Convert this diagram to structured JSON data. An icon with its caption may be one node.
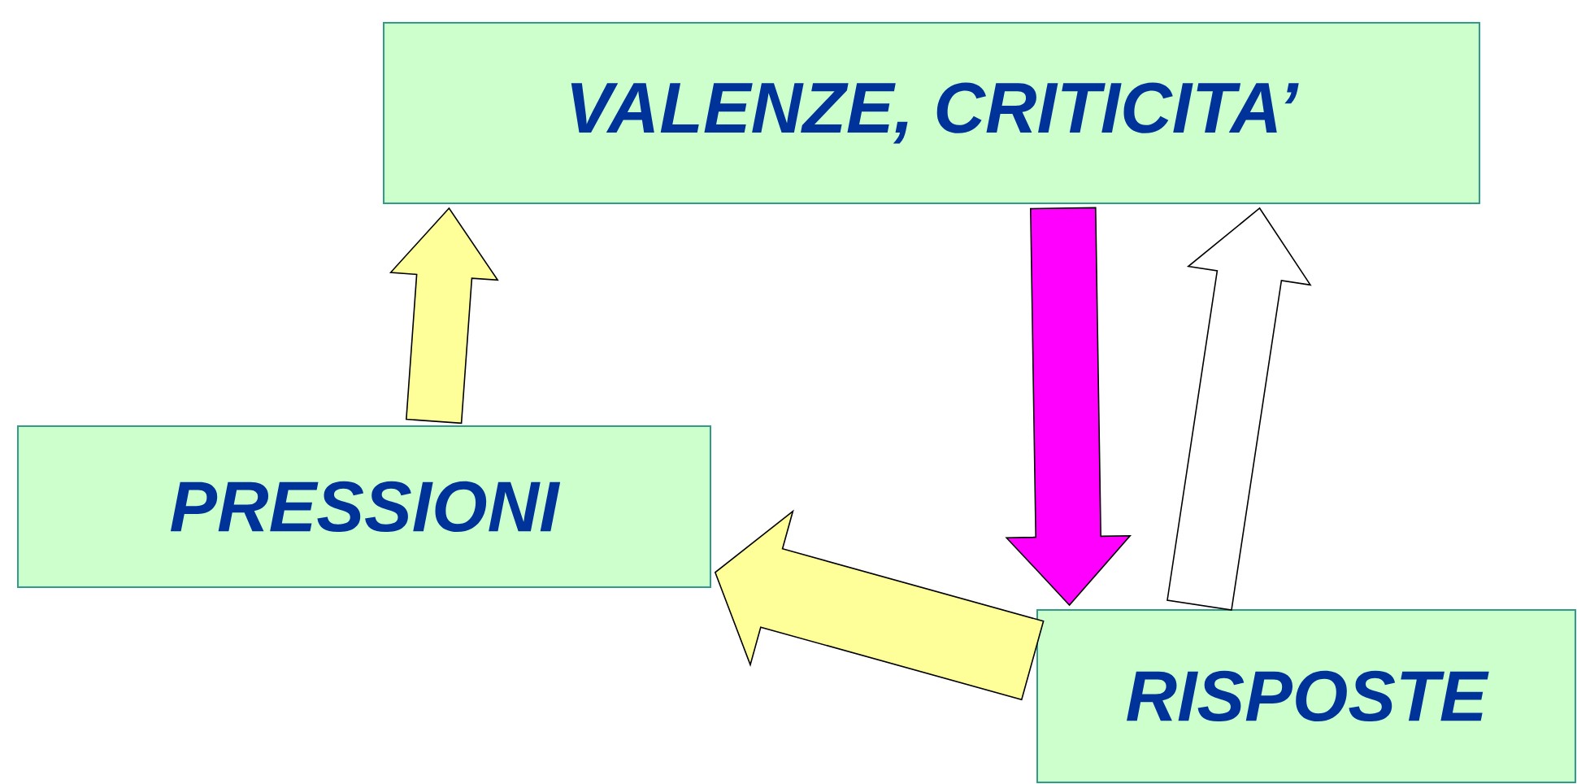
{
  "diagram": {
    "nodes": [
      {
        "text": [
          "VALENZE, CRITICITA’"
        ]
      },
      {
        "text": [
          "PRESSIONI"
        ]
      },
      {
        "text": [
          "RISPOSTE"
        ]
      }
    ],
    "edges": [
      {
        "from": 1,
        "to": 0,
        "arrow": "to"
      },
      {
        "from": 2,
        "to": 1,
        "arrow": "to"
      },
      {
        "from": 2,
        "to": 0,
        "arrow": "to",
        "color": "#ffffff"
      },
      {
        "from": 0,
        "to": 2,
        "arrow": "to",
        "color": "#ff00ff"
      }
    ]
  }
}
